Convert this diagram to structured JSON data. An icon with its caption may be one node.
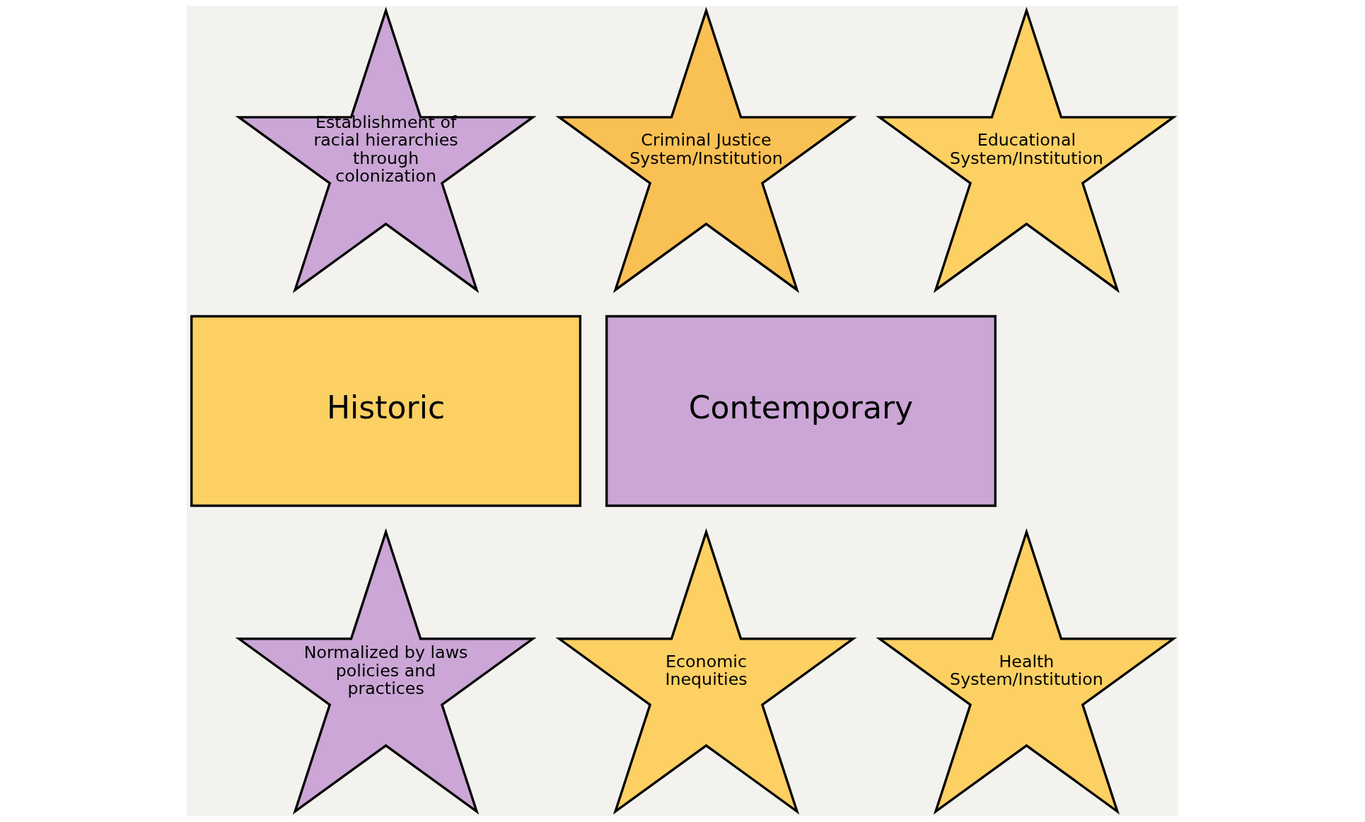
{
  "diagram": {
    "nodes": [
      {
        "text": [
          "Establishment of racial hierarchies through colonization"
        ]
      },
      {
        "text": [
          "Criminal Justice System/Institution"
        ]
      },
      {
        "text": [
          "Educational System/Institution"
        ]
      },
      {
        "text": [
          "Historic"
        ]
      },
      {
        "text": [
          "Contemporary"
        ]
      },
      {
        "text": [
          "Normalized by laws policies and practices"
        ]
      },
      {
        "text": [
          "Health System/Institution"
        ]
      },
      {
        "text": [
          "Economic Inequities"
        ]
      }
    ]
  }
}
